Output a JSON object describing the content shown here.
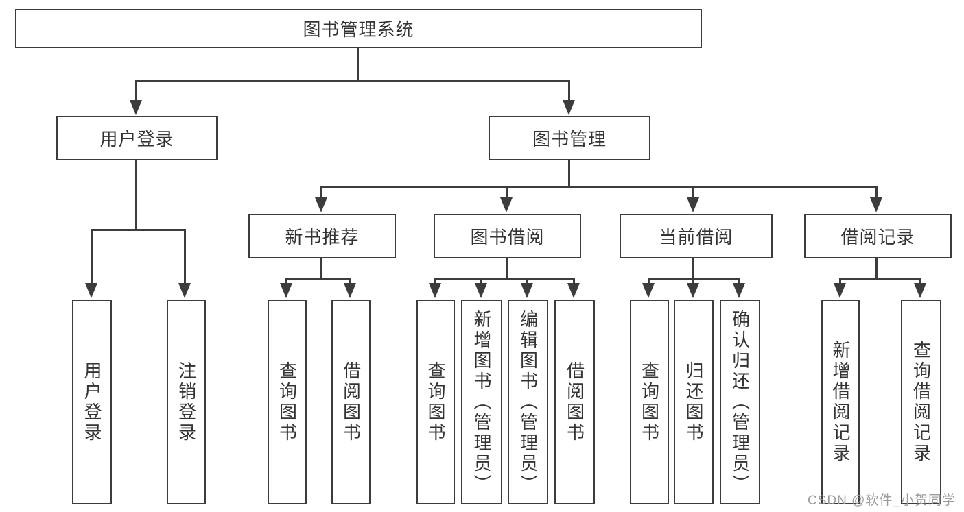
{
  "tree": {
    "root": {
      "label": "图书管理系统"
    },
    "branches": [
      {
        "label": "用户登录",
        "children": [
          {
            "label": "用户登录"
          },
          {
            "label": "注销登录"
          }
        ]
      },
      {
        "label": "图书管理",
        "children": [
          {
            "label": "新书推荐",
            "children": [
              {
                "label": "查询图书"
              },
              {
                "label": "借阅图书"
              }
            ]
          },
          {
            "label": "图书借阅",
            "children": [
              {
                "label": "查询图书"
              },
              {
                "label": "新增图书（管理员）"
              },
              {
                "label": "编辑图书（管理员）"
              },
              {
                "label": "借阅图书"
              }
            ]
          },
          {
            "label": "当前借阅",
            "children": [
              {
                "label": "查询图书"
              },
              {
                "label": "归还图书"
              },
              {
                "label": "确认归还（管理员）"
              }
            ]
          },
          {
            "label": "借阅记录",
            "children": [
              {
                "label": "新增借阅记录"
              },
              {
                "label": "查询借阅记录"
              }
            ]
          }
        ]
      }
    ]
  },
  "watermark": {
    "text": "CSDN @软件_小贺同学"
  },
  "colors": {
    "line": "#3c3c3c",
    "text": "#333333",
    "watermark": "#9c9c9c",
    "background": "#ffffff"
  }
}
